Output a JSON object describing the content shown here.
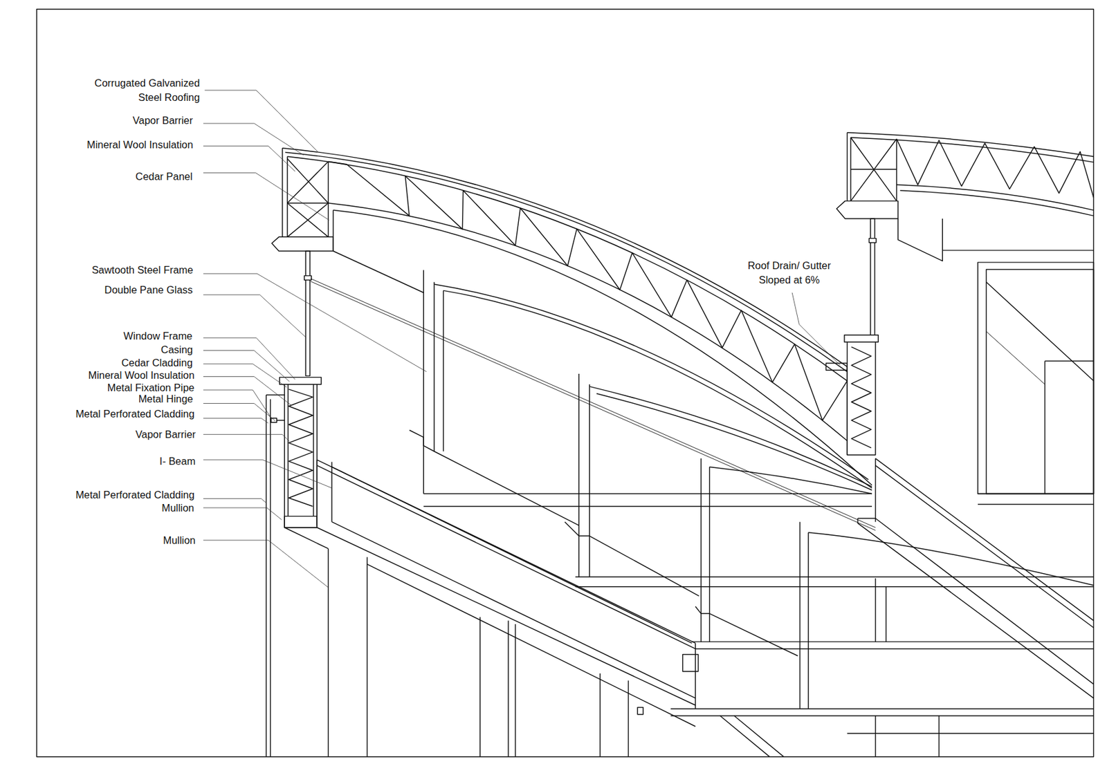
{
  "diagram": {
    "labels": [
      "Corrugated Galvanized Steel Roofing",
      "Vapor Barrier",
      "Mineral Wool Insulation",
      "Cedar Panel",
      "Sawtooth Steel Frame",
      "Double Pane Glass",
      "Window Frame",
      "Casing",
      "Cedar Cladding",
      "Mineral Wool Insulation",
      "Metal Fixation Pipe",
      "Metal Hinge",
      "Metal Perforated Cladding",
      "Vapor Barrier",
      "I- Beam",
      "Metal Perforated Cladding",
      "Mullion",
      "Mullion",
      "Roof Drain/ Gutter Sloped at 6%"
    ]
  }
}
